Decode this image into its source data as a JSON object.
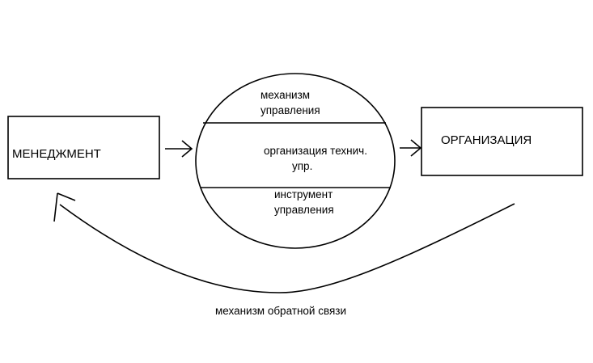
{
  "diagram": {
    "left_box": {
      "label": "МЕНЕДЖМЕНТ"
    },
    "right_box": {
      "label": "ОРГАНИЗАЦИЯ"
    },
    "center_circle": {
      "top_section": {
        "line1": "механизм",
        "line2": "управления"
      },
      "middle_section": {
        "line1": "организация технич.",
        "line2": "упр."
      },
      "bottom_section": {
        "line1": "инструмент",
        "line2": "управления"
      }
    },
    "feedback_label": "механизм обратной связи"
  },
  "colors": {
    "stroke": "#000000",
    "background": "#ffffff"
  }
}
